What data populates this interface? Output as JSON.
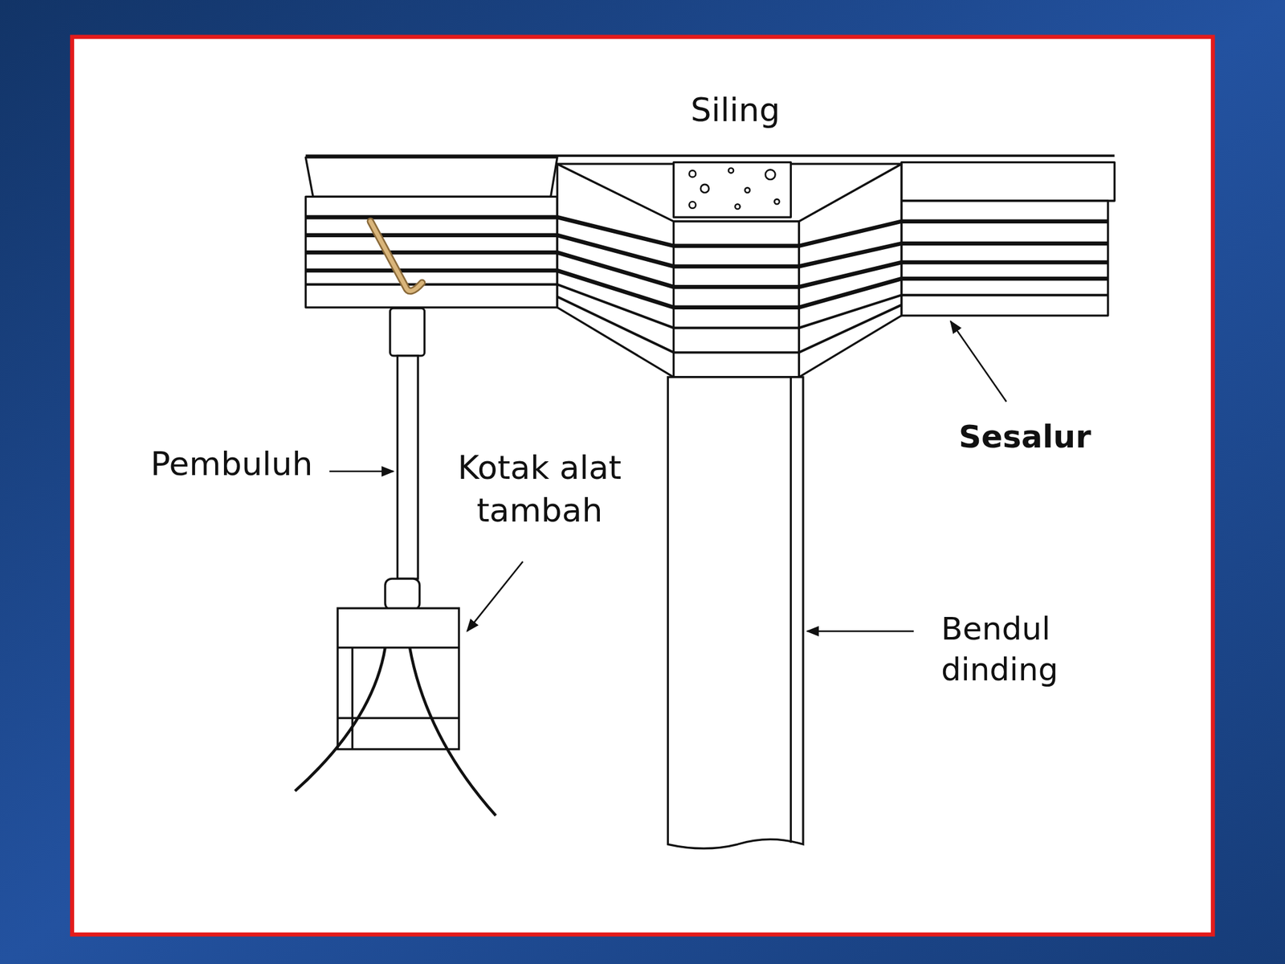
{
  "diagram": {
    "labels": [
      "Siling",
      "Pembuluh",
      "Kotak alat tambah",
      "Sesalur",
      "Bendul dinding"
    ]
  }
}
